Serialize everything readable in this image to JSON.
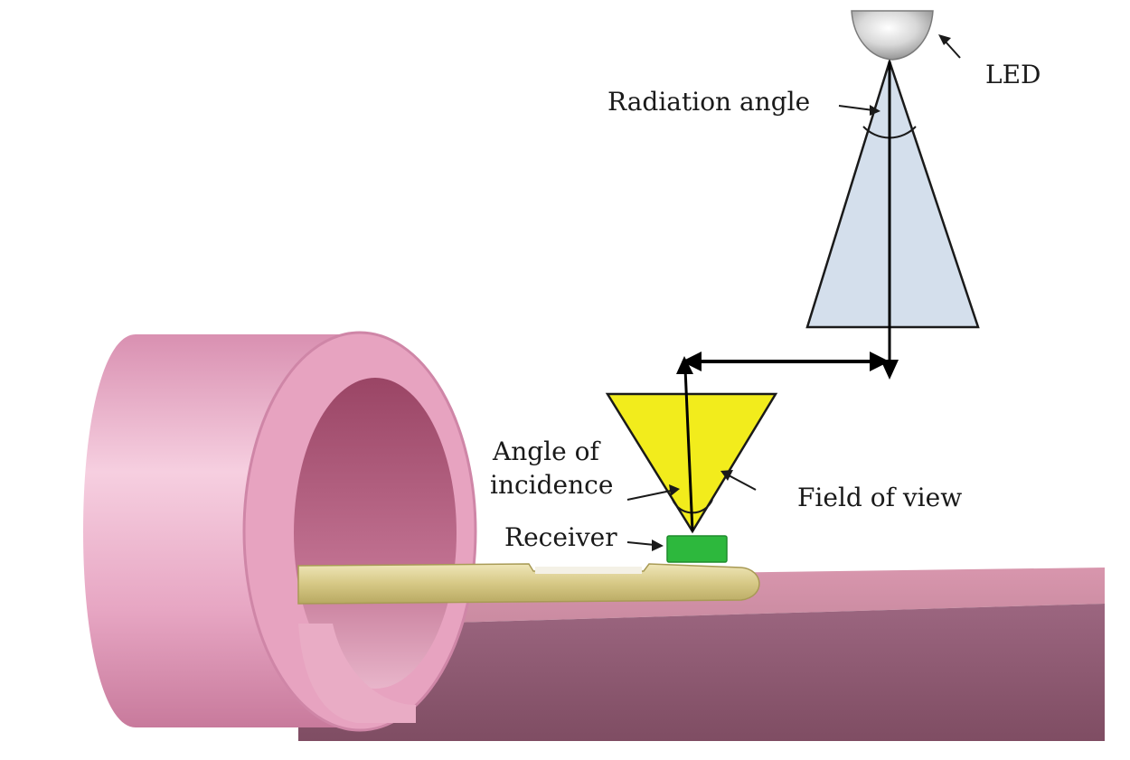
{
  "labels": {
    "led": "LED",
    "radiation_angle": "Radiation angle",
    "angle_of_incidence_line1": "Angle of",
    "angle_of_incidence_line2": "incidence",
    "field_of_view": "Field of view",
    "receiver": "Receiver"
  },
  "colors": {
    "background": "#ffffff",
    "radiation_cone": "#d4dfec",
    "field_of_view_cone": "#f2ec1c",
    "receiver": "#2db83d",
    "tube_outer": "#e6a8c2",
    "tube_edge": "#d78aac",
    "tube_inner": "#a8506f",
    "bar_top": "#cf8ea4",
    "bar_front": "#8e5870",
    "rod": "#d9cf90",
    "arrows": "#000000"
  }
}
